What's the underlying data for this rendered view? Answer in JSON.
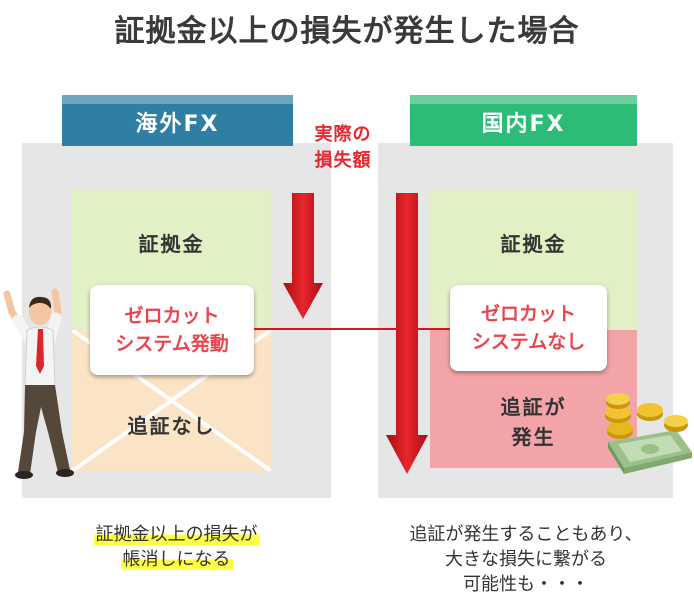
{
  "title": "証拠金以上の損失が発生した場合",
  "loss_label": [
    "実際の",
    "損失額"
  ],
  "left": {
    "header": "海外FX",
    "margin_label": "証拠金",
    "callout": [
      "ゼロカット",
      "システム発動"
    ],
    "bottom_label": "追証なし",
    "caption": [
      "証拠金以上の損失が",
      "帳消しになる"
    ]
  },
  "right": {
    "header": "国内FX",
    "margin_label": "証拠金",
    "callout": [
      "ゼロカット",
      "システムなし"
    ],
    "bottom_label": [
      "追証が",
      "発生"
    ],
    "caption": [
      "追証が発生することもあり、",
      "大きな損失に繋がる",
      "可能性も・・・"
    ]
  },
  "colors": {
    "left_header": "#2e7fa3",
    "right_header": "#2dbb78",
    "margin_box": "#e2f0c5",
    "left_loss_box": "#fbe3c5",
    "right_loss_box": "#f2a4a8",
    "arrow": "#d8141c",
    "accent_text": "#e8262d"
  }
}
